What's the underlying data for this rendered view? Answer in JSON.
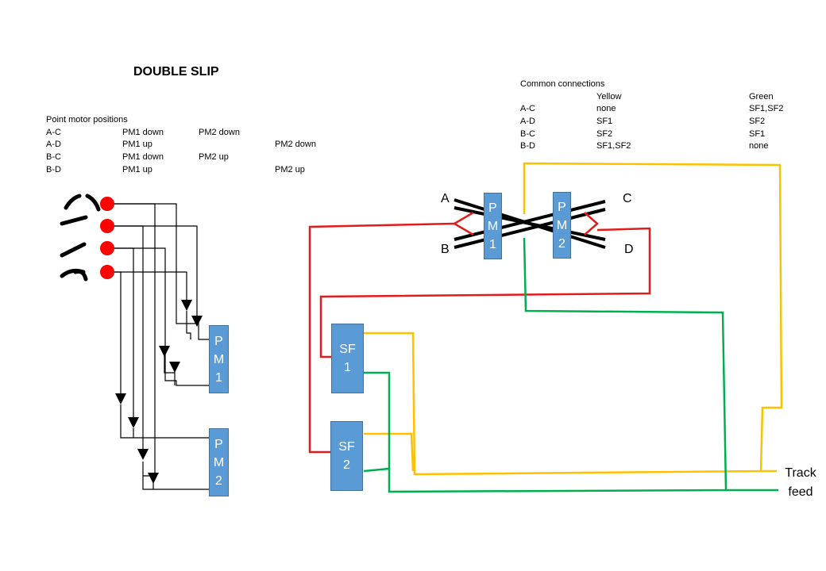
{
  "title": "DOUBLE SLIP",
  "positions": {
    "heading": "Point motor positions",
    "rows": [
      {
        "route": "A-C",
        "pm1": "PM1 down",
        "pm2a": "PM2 down",
        "pm2b": ""
      },
      {
        "route": "A-D",
        "pm1": "PM1 up",
        "pm2a": "",
        "pm2b": "PM2 down"
      },
      {
        "route": "B-C",
        "pm1": "PM1 down",
        "pm2a": "PM2 up",
        "pm2b": ""
      },
      {
        "route": "B-D",
        "pm1": "PM1 up",
        "pm2a": "",
        "pm2b": "PM2 up"
      }
    ]
  },
  "common": {
    "heading": "Common connections",
    "col_yellow": "Yellow",
    "col_green": "Green",
    "rows": [
      {
        "route": "A-C",
        "yellow": "none",
        "green": "SF1,SF2"
      },
      {
        "route": "A-D",
        "yellow": "SF1",
        "green": "SF2"
      },
      {
        "route": "B-C",
        "yellow": "SF2",
        "green": "SF1"
      },
      {
        "route": "B-D",
        "yellow": "SF1,SF2",
        "green": "none"
      }
    ]
  },
  "left_boxes": {
    "pm1": [
      "P",
      "M",
      "1"
    ],
    "pm2": [
      "P",
      "M",
      "2"
    ]
  },
  "slip": {
    "pm1": [
      "P",
      "M",
      "1"
    ],
    "pm2": [
      "P",
      "M",
      "2"
    ],
    "labels": {
      "a": "A",
      "b": "B",
      "c": "C",
      "d": "D"
    }
  },
  "sf": {
    "sf1": [
      "SF",
      "1"
    ],
    "sf2": [
      "SF",
      "2"
    ]
  },
  "track_feed": [
    "Track",
    "feed"
  ],
  "colors": {
    "red": "#e31b1b",
    "yellow": "#ffc000",
    "green": "#00b050",
    "box": "#5b9bd5",
    "dot": "#ff0000"
  }
}
